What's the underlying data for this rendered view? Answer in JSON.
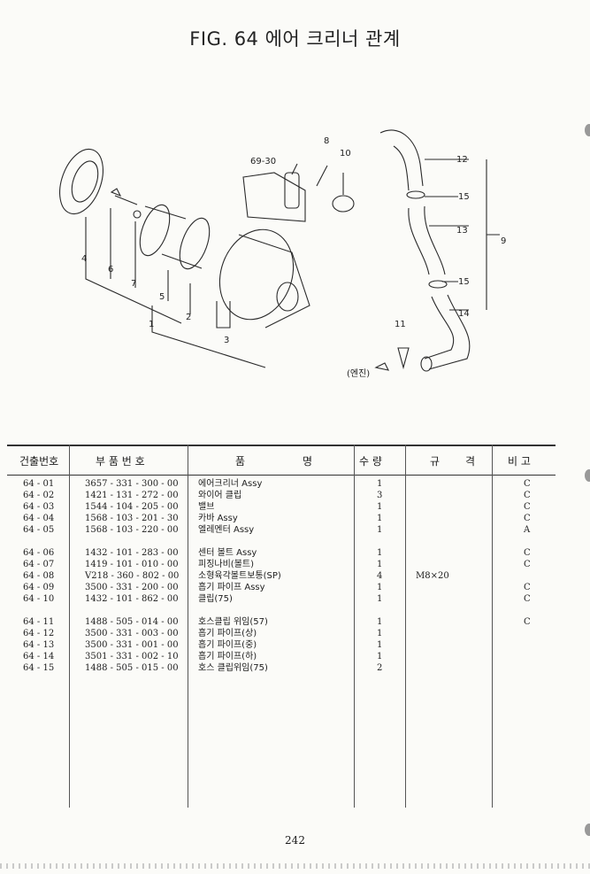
{
  "figure": {
    "title": "FIG. 64 에어 크리너 관계"
  },
  "diagram": {
    "callouts": [
      "69-30",
      "8",
      "10",
      "12",
      "15",
      "13",
      "9",
      "15",
      "14",
      "11",
      "4",
      "6",
      "7",
      "5",
      "2",
      "1",
      "3"
    ],
    "engine_label": "(엔진)"
  },
  "table": {
    "headers": {
      "no": "건출번호",
      "part": "부  품  번  호",
      "name": "품",
      "name2": "명",
      "qty": "수  량",
      "spec": "규",
      "spec2": "격",
      "note": "비  고"
    },
    "rows": [
      {
        "no": "64 - 01",
        "part": "3657 - 331 - 300 - 00",
        "name": "에어크리너 Assy",
        "qty": "1",
        "spec": "",
        "note": "C"
      },
      {
        "no": "64 - 02",
        "part": "1421 - 131 - 272 - 00",
        "name": "와이어 클립",
        "qty": "3",
        "spec": "",
        "note": "C"
      },
      {
        "no": "64 - 03",
        "part": "1544 - 104 - 205 - 00",
        "name": "밸브",
        "qty": "1",
        "spec": "",
        "note": "C"
      },
      {
        "no": "64 - 04",
        "part": "1568 - 103 - 201 - 30",
        "name": "카바 Assy",
        "qty": "1",
        "spec": "",
        "note": "C"
      },
      {
        "no": "64 - 05",
        "part": "1568 - 103 - 220 - 00",
        "name": "엘레멘터 Assy",
        "qty": "1",
        "spec": "",
        "note": "A"
      },
      {
        "no": "64 - 06",
        "part": "1432 - 101 - 283 - 00",
        "name": "센터 볼트 Assy",
        "qty": "1",
        "spec": "",
        "note": "C"
      },
      {
        "no": "64 - 07",
        "part": "1419 - 101 - 010 - 00",
        "name": "피징나비(볼트)",
        "qty": "1",
        "spec": "",
        "note": "C"
      },
      {
        "no": "64 - 08",
        "part": "V218 - 360 - 802 - 00",
        "name": "소형육각볼트보통(SP)",
        "qty": "4",
        "spec": "M8×20",
        "note": ""
      },
      {
        "no": "64 - 09",
        "part": "3500 - 331 - 200 - 00",
        "name": "흡기 파이프 Assy",
        "qty": "1",
        "spec": "",
        "note": "C"
      },
      {
        "no": "64 - 10",
        "part": "1432 - 101 - 862 - 00",
        "name": "클립(75)",
        "qty": "1",
        "spec": "",
        "note": "C"
      },
      {
        "no": "64 - 11",
        "part": "1488 - 505 - 014 - 00",
        "name": "호스클립 위임(57)",
        "qty": "1",
        "spec": "",
        "note": "C"
      },
      {
        "no": "64 - 12",
        "part": "3500 - 331 - 003 - 00",
        "name": "흡기 파이프(상)",
        "qty": "1",
        "spec": "",
        "note": ""
      },
      {
        "no": "64 - 13",
        "part": "3500 - 331 - 001 - 00",
        "name": "흡기 파이프(중)",
        "qty": "1",
        "spec": "",
        "note": ""
      },
      {
        "no": "64 - 14",
        "part": "3501 - 331 - 002 - 10",
        "name": "흡기 파이프(하)",
        "qty": "1",
        "spec": "",
        "note": ""
      },
      {
        "no": "64 - 15",
        "part": "1488 - 505 - 015 - 00",
        "name": "호스 클립위임(75)",
        "qty": "2",
        "spec": "",
        "note": ""
      }
    ]
  },
  "page_number": "242"
}
